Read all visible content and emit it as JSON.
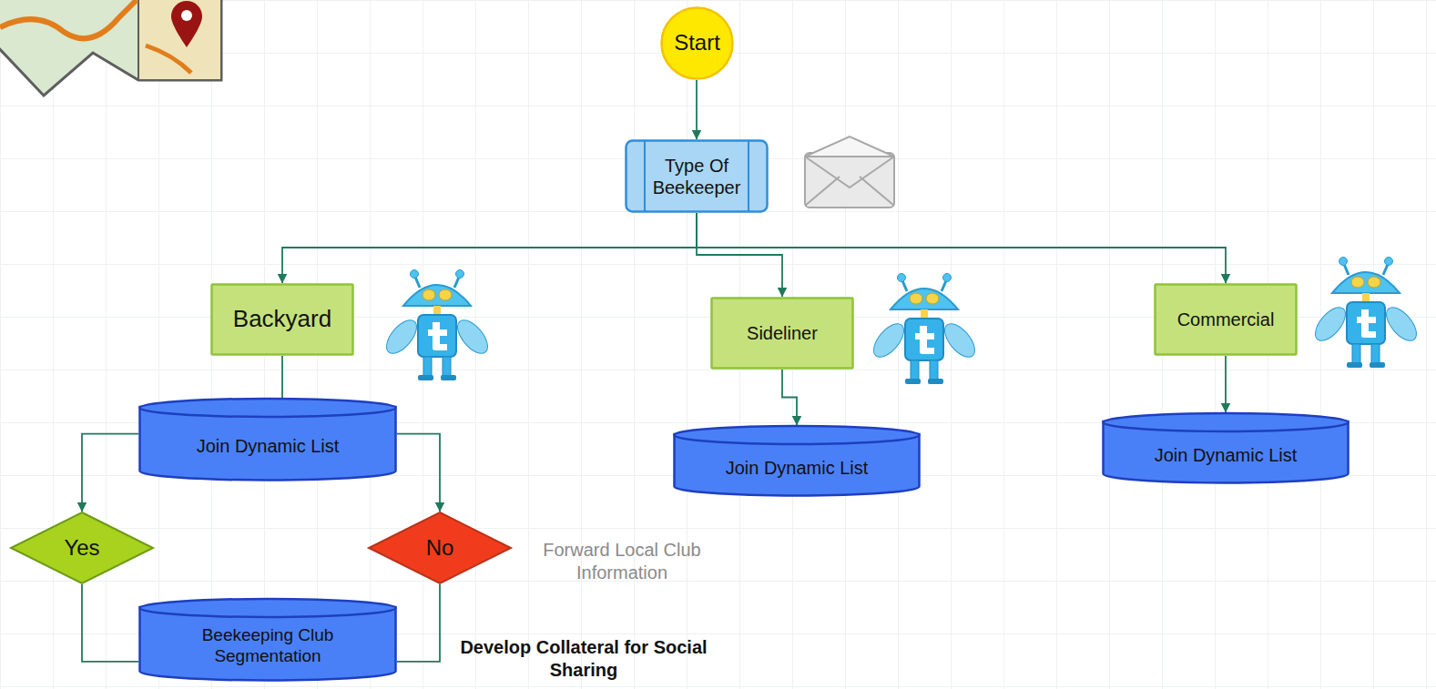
{
  "diagram": {
    "nodes": [
      {
        "text": [
          "Start"
        ]
      },
      {
        "text": [
          "Type Of Beekeeper"
        ]
      },
      {
        "text": [
          "Backyard"
        ]
      },
      {
        "text": [
          "Sideliner"
        ]
      },
      {
        "text": [
          "Commercial"
        ]
      },
      {
        "text": [
          "Join Dynamic List"
        ]
      },
      {
        "text": [
          "Join Dynamic List"
        ]
      },
      {
        "text": [
          "Join Dynamic List"
        ]
      },
      {
        "text": [
          "Yes"
        ]
      },
      {
        "text": [
          "No"
        ]
      },
      {
        "text": [
          "Beekeeping Club Segmentation"
        ]
      }
    ],
    "edges": [
      {
        "from": 0,
        "to": 1,
        "arrow": "to"
      },
      {
        "from": 1,
        "to": 2,
        "arrow": "to"
      },
      {
        "from": 1,
        "to": 3,
        "arrow": "to"
      },
      {
        "from": 1,
        "to": 4,
        "arrow": "to"
      },
      {
        "from": 2,
        "to": 5,
        "arrow": "none"
      },
      {
        "from": 3,
        "to": 6,
        "arrow": "to"
      },
      {
        "from": 4,
        "to": 7,
        "arrow": "to"
      },
      {
        "from": 5,
        "to": 8,
        "arrow": "to"
      },
      {
        "from": 5,
        "to": 9,
        "arrow": "to"
      },
      {
        "from": 8,
        "to": 10,
        "arrow": "none"
      },
      {
        "from": 9,
        "to": 10,
        "arrow": "none"
      }
    ],
    "labels": [
      "Forward Local Club Information",
      "Develop Collateral for Social Sharing"
    ]
  }
}
